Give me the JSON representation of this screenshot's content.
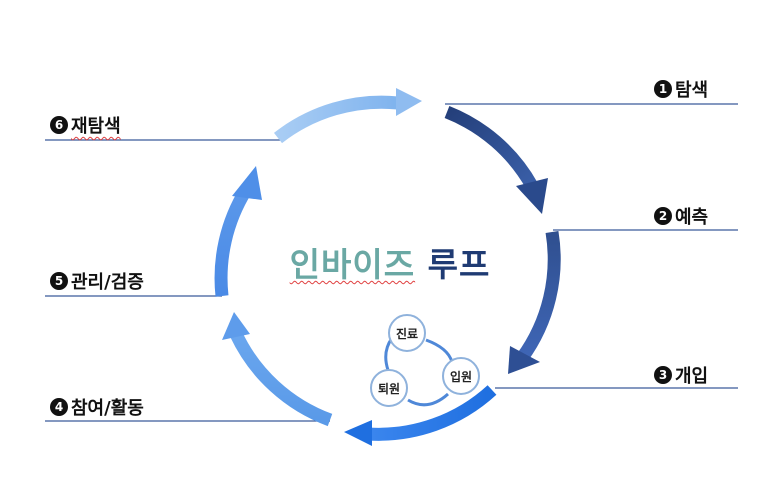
{
  "diagram": {
    "title_part1": "인바이즈",
    "title_part2": "루프",
    "steps": [
      {
        "number": "1",
        "label": "탐색"
      },
      {
        "number": "2",
        "label": "예측"
      },
      {
        "number": "3",
        "label": "개입"
      },
      {
        "number": "4",
        "label": "참여/활동"
      },
      {
        "number": "5",
        "label": "관리/검증"
      },
      {
        "number": "6",
        "label": "재탐색"
      }
    ],
    "inner_cycle": [
      "진료",
      "입원",
      "퇴원"
    ],
    "colors": {
      "title_accent": "#6aa8a4",
      "title_main": "#1f3b73",
      "arrow_dark": "#2f4f8f",
      "arrow_bright": "#1f6fe0",
      "arrow_light": "#7fb3ee",
      "leader_line": "#3b5a9a"
    }
  }
}
